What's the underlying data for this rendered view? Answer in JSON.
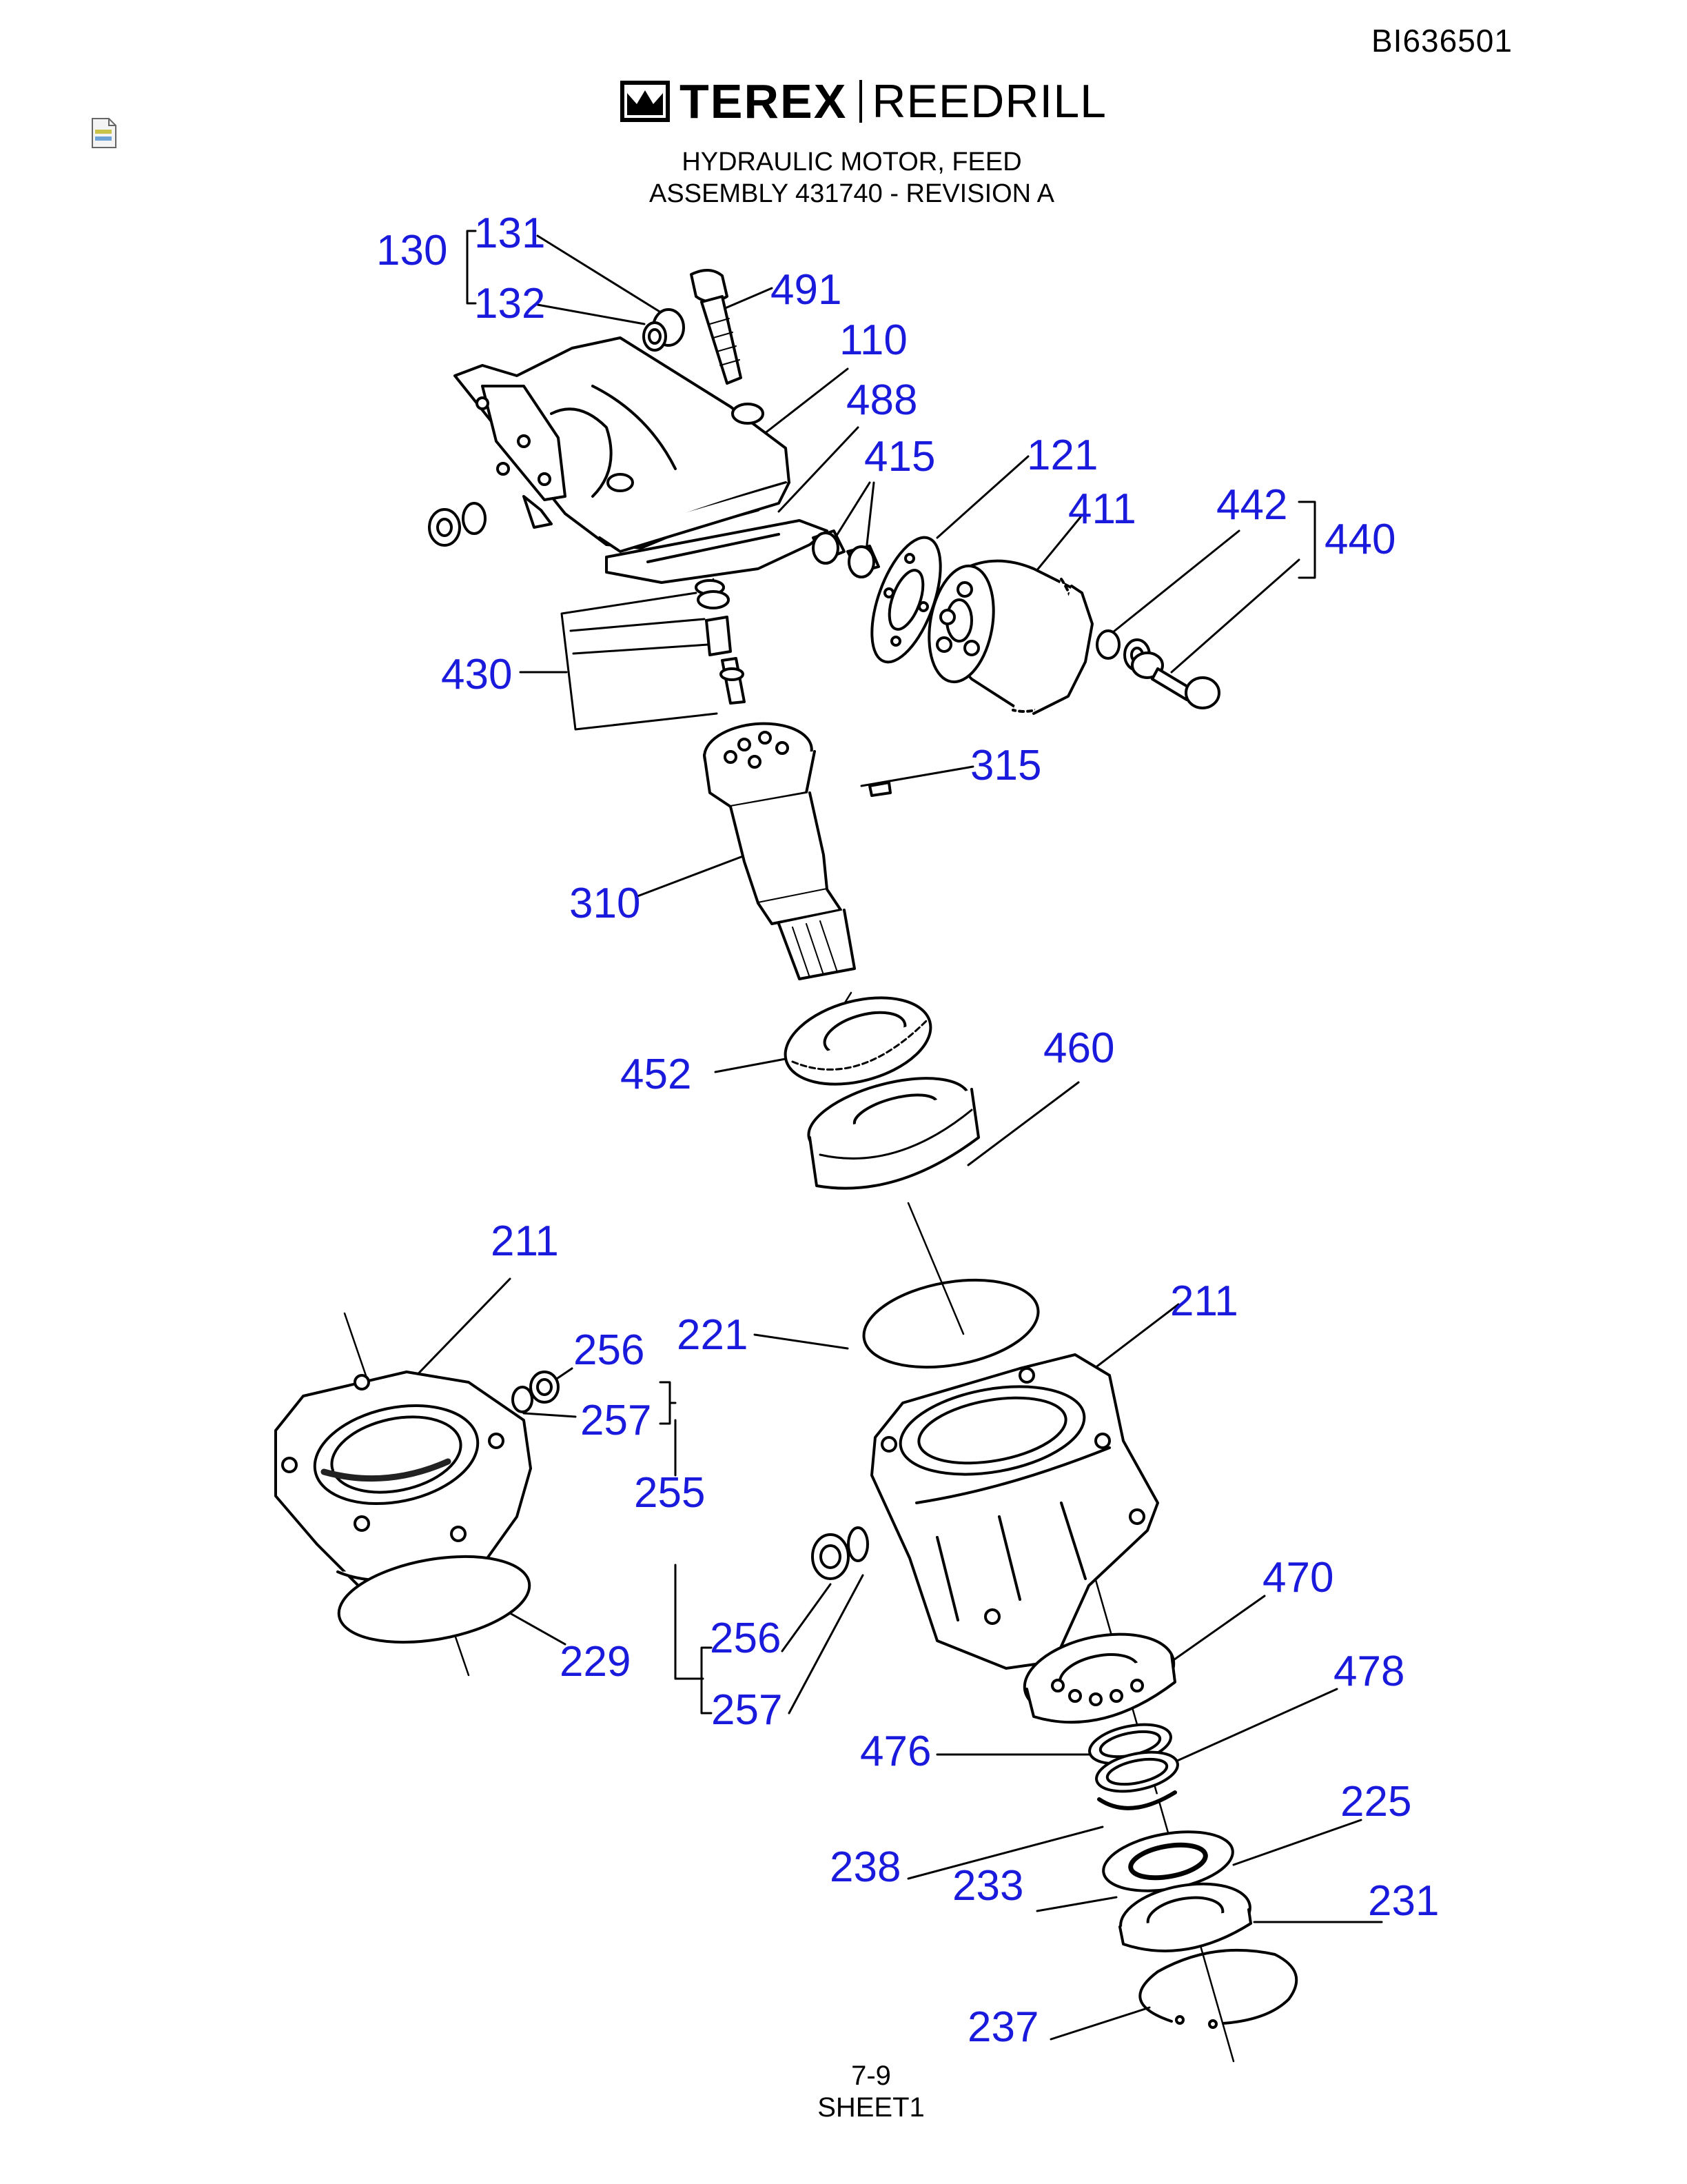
{
  "document_id": "BI636501",
  "logo": {
    "brand": "TEREX",
    "sub": "REEDRILL",
    "icon": "terex-crown-icon"
  },
  "title_line1": "HYDRAULIC MOTOR, FEED",
  "title_line2": "ASSEMBLY 431740 - REVISION A",
  "part_labels": {
    "p130": "130",
    "p131": "131",
    "p132": "132",
    "p491": "491",
    "p110": "110",
    "p488": "488",
    "p415": "415",
    "p121": "121",
    "p411": "411",
    "p442": "442",
    "p440": "440",
    "p430": "430",
    "p315": "315",
    "p310": "310",
    "p452": "452",
    "p460": "460",
    "p211a": "211",
    "p211b": "211",
    "p256a": "256",
    "p257a": "257",
    "p221": "221",
    "p255": "255",
    "p229": "229",
    "p256b": "256",
    "p257b": "257",
    "p470": "470",
    "p478": "478",
    "p476": "476",
    "p225": "225",
    "p238": "238",
    "p233": "233",
    "p231": "231",
    "p237": "237"
  },
  "page_number": "7-9",
  "sheet": "SHEET1"
}
